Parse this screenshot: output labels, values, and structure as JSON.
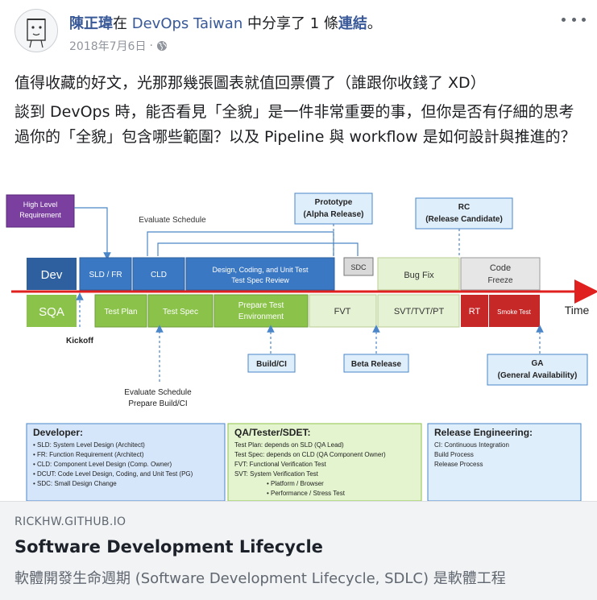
{
  "header": {
    "author": "陳正瑋",
    "connector": "在",
    "group": "DevOps Taiwan",
    "action": "中分享了 1 條",
    "link_word": "連結",
    "period": "。",
    "date": "2018年7月6日",
    "separator": "·",
    "privacy_icon": "globe-icon",
    "more_icon": "more-options-icon"
  },
  "post": {
    "paragraph1": "值得收藏的好文，光那那幾張圖表就值回票價了（誰跟你收錢了 XD）",
    "paragraph2": "談到 DevOps 時，能否看見「全貌」是一件非常重要的事，但你是否有仔細的思考過你的「全貌」包含哪些範圍？以及 Pipeline 與 workflow 是如何設計與推進的？"
  },
  "diagram": {
    "high_level_req": [
      "High Level",
      "Requirement"
    ],
    "evaluate_schedule_top": "Evaluate Schedule",
    "prototype": [
      "Prototype",
      "(Alpha Release)"
    ],
    "rc": [
      "RC",
      "(Release Candidate)"
    ],
    "dev": "Dev",
    "sld_fr": "SLD / FR",
    "cld": "CLD",
    "dcut": [
      "Design, Coding, and Unit Test",
      "Test Spec Review"
    ],
    "sdc": "SDC",
    "bug_fix": "Bug Fix",
    "code_freeze": [
      "Code",
      "Freeze"
    ],
    "time": "Time",
    "sqa": "SQA",
    "test_plan": "Test Plan",
    "test_spec": "Test Spec",
    "prepare_env": [
      "Prepare Test",
      "Environment"
    ],
    "fvt": "FVT",
    "svt": "SVT/TVT/PT",
    "rt": "RT",
    "smoke_test": "Smoke Test",
    "kickoff": "Kickoff",
    "build_ci": "Build/CI",
    "beta_release": "Beta Release",
    "ga": [
      "GA",
      "(General Availability)"
    ],
    "evaluate_bottom": [
      "Evaluate Schedule",
      "Prepare Build/CI"
    ],
    "developer_title": "Developer:",
    "developer_items": [
      "• SLD: System Level Design (Architect)",
      "• FR: Function Requirement (Architect)",
      "• CLD: Component Level Design (Comp. Owner)",
      "• DCUT: Code Level Design, Coding, and Unit Test (PG)",
      "• SDC: Small Design Change"
    ],
    "qa_title": "QA/Tester/SDET:",
    "qa_items": [
      "Test Plan: depends on SLD  (QA Lead)",
      "Test Spec: depends on CLD  (QA Component Owner)",
      "FVT: Functional Verification Test",
      "SVT: System Verification Test",
      "• Platform / Browser",
      "• Performance / Stress Test"
    ],
    "re_title": "Release Engineering:",
    "re_items": [
      "CI: Continuous Integration",
      "Build Process",
      "Release Process"
    ]
  },
  "card": {
    "domain": "RICKHW.GITHUB.IO",
    "title": "Software Development Lifecycle",
    "description": "軟體開發生命週期 (Software Development Lifecycle, SDLC) 是軟體工程"
  },
  "colors": {
    "link": "#385898",
    "dev_blue": "#2e5f9e",
    "sqa_green": "#8bc34a",
    "timeline_red": "#e0201e",
    "rt_red": "#c62828"
  }
}
